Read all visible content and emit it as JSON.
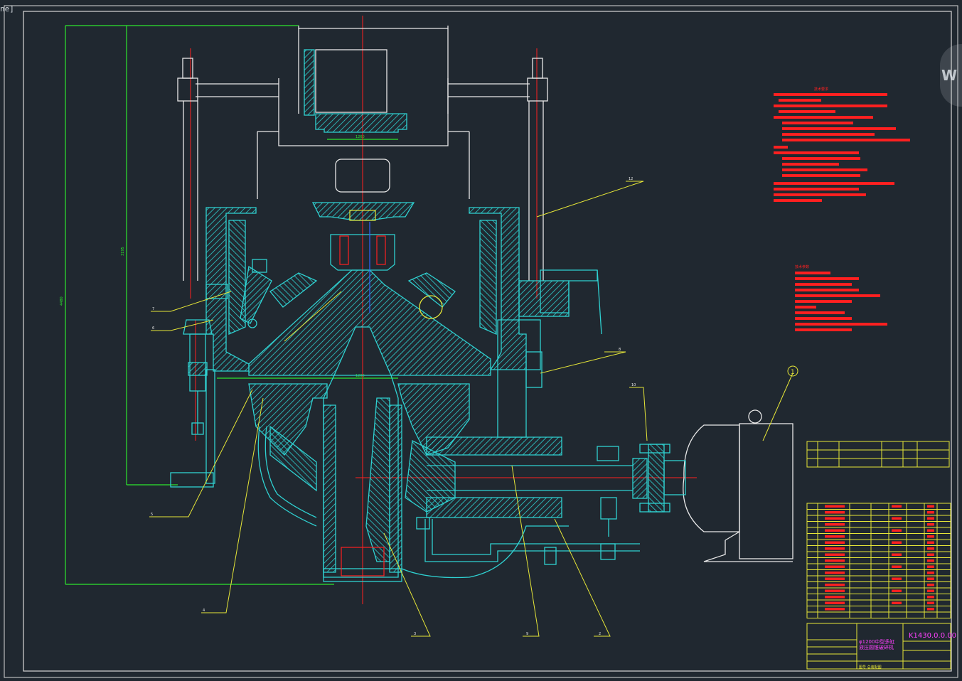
{
  "window_tag": "ne]",
  "watermark": "W",
  "colors": {
    "background": "#202830",
    "frame": "#d7d7d7",
    "cyan": "#2fd1d1",
    "red": "#ff2020",
    "yellow": "#e6e638",
    "green": "#2ee62e",
    "white": "#e8e8e8",
    "magenta": "#ff40ff"
  },
  "drawing": {
    "drawing_number": "K1430.0.0.00",
    "title_line1": "φ1200中型多缸",
    "title_line2": "液压圆锥破碎机",
    "title_small": "图号  总装配图"
  },
  "callouts": [
    {
      "id": "c7",
      "label": "7"
    },
    {
      "id": "c6",
      "label": "6"
    },
    {
      "id": "c5",
      "label": "5"
    },
    {
      "id": "c4",
      "label": "4"
    },
    {
      "id": "c3",
      "label": "3"
    },
    {
      "id": "c9",
      "label": "9"
    },
    {
      "id": "c2",
      "label": "2"
    },
    {
      "id": "c8",
      "label": "8"
    },
    {
      "id": "c10",
      "label": "10"
    },
    {
      "id": "c12",
      "label": "12"
    },
    {
      "id": "c1",
      "label": "1"
    }
  ],
  "dimensions": {
    "overall_height": "4480",
    "upper_height": "3195",
    "feed_opening": "1260",
    "cone_diameter": "1200"
  },
  "tech_notes_header": "技术要求",
  "specs_header": "技术参数"
}
